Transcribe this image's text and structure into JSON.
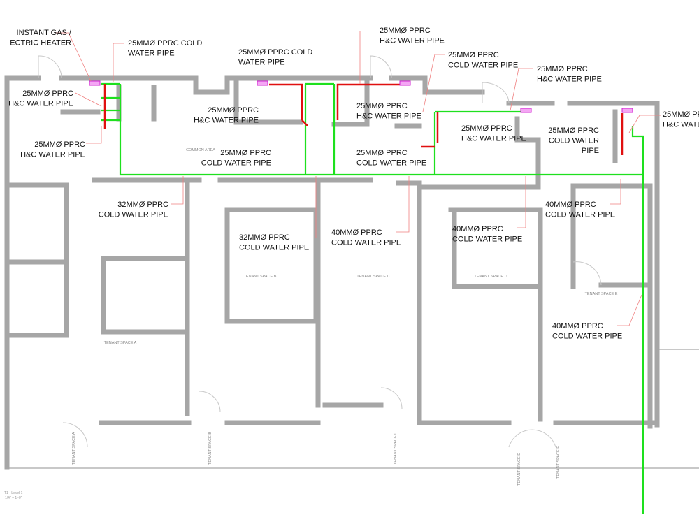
{
  "colors": {
    "wall": "#a6a6a6",
    "cold_pipe": "#1ee01e",
    "hot_pipe": "#e01010",
    "heater": "#d020d0"
  },
  "callouts": [
    {
      "lines": [
        "INSTANT GAS /",
        "ECTRIC HEATER"
      ]
    },
    {
      "lines": [
        "25MMØ PPRC COLD",
        "WATER PIPE"
      ]
    },
    {
      "lines": [
        "25MMØ PPRC",
        "H&C WATER PIPE"
      ]
    },
    {
      "lines": [
        "25MMØ PPRC",
        "H&C WATER PIPE"
      ]
    },
    {
      "lines": [
        "25MMØ PPRC COLD",
        "WATER PIPE"
      ]
    },
    {
      "lines": [
        "25MMØ PPRC",
        "H&C WATER PIPE"
      ]
    },
    {
      "lines": [
        "25MMØ PPRC",
        "COLD WATER PIPE"
      ]
    },
    {
      "lines": [
        "25MMØ PPRC",
        "H&C WATER PIPE"
      ]
    },
    {
      "lines": [
        "25MMØ PPRC",
        "H&C WATER PIPE"
      ]
    },
    {
      "lines": [
        "25MMØ PPRC",
        "H&C WATER PIPE"
      ]
    },
    {
      "lines": [
        "25MMØ PPRC",
        "COLD WATER PIPE"
      ]
    },
    {
      "lines": [
        "25MMØ PPRC",
        "COLD WATER PIPE"
      ]
    },
    {
      "lines": [
        "25MMØ PPRC",
        "H&C WATER PIPE"
      ]
    },
    {
      "lines": [
        "25MMØ PPRC",
        "COLD WATER",
        "PIPE"
      ]
    },
    {
      "lines": [
        "25MMØ PP",
        "H&C WATE"
      ]
    },
    {
      "lines": [
        "32MMØ PPRC",
        "COLD WATER PIPE"
      ]
    },
    {
      "lines": [
        "32MMØ PPRC",
        "COLD WATER PIPE"
      ]
    },
    {
      "lines": [
        "40MMØ PPRC",
        "COLD WATER PIPE"
      ]
    },
    {
      "lines": [
        "40MMØ PPRC",
        "COLD WATER PIPE"
      ]
    },
    {
      "lines": [
        "40MMØ PPRC",
        "COLD WATER PIPE"
      ]
    },
    {
      "lines": [
        "40MMØ PPRC",
        "COLD WATER PIPE"
      ]
    }
  ],
  "rooms": {
    "common": "COMMON AREA",
    "a": "TENANT SPACE A",
    "b": "TENANT SPACE B",
    "c": "TENANT SPACE C",
    "d": "TENANT SPACE D",
    "e": "TENANT SPACE E"
  },
  "elevation_tags": [
    "TENANT SPACE A",
    "TENANT SPACE B",
    "TENANT SPACE C",
    "TENANT SPACE D",
    "TENANT SPACE E"
  ],
  "view_title": {
    "name": "T1 - Level 1",
    "scale": "1/4\" = 1'-0\""
  }
}
